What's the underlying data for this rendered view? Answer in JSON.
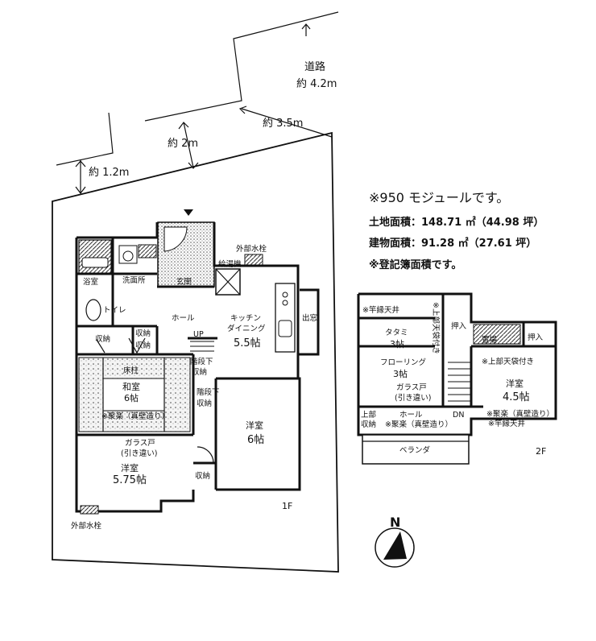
{
  "road": {
    "label": "道路",
    "width": "約 4.2m"
  },
  "dims": {
    "d1": "約 1.2m",
    "d2": "約 2m",
    "d3": "約 3.5m"
  },
  "info": {
    "module": "※950 モジュールです。",
    "land": "土地面積：148.71 ㎡（44.98 坪）",
    "building": "建物面積：91.28 ㎡（27.61 坪）",
    "note": "※登記簿面積です。"
  },
  "f1": {
    "floor": "1F",
    "outdoor_tap_top": "外部水栓",
    "outdoor_tap_bottom": "外部水栓",
    "water_heater": "給湯機",
    "entrance": "玄関",
    "bath": "浴室",
    "washroom": "洗面所",
    "toilet": "トイレ",
    "hall": "ホール",
    "kitchen": "キッチン",
    "dining": "ダイニング",
    "kitchen_size": "5.5帖",
    "bay_window": "出窓",
    "storage1": "収納",
    "storage2": "収納",
    "storage3": "収納",
    "storage4": "収納",
    "up": "UP",
    "under_stair1a": "階段下",
    "under_stair1b": "収納",
    "under_stair2a": "階段下",
    "under_stair2b": "収納",
    "alcove": "床柱",
    "washitsu": "和室",
    "washitsu_size": "6帖",
    "juraku": "※聚楽（真壁造り）",
    "glass_door1": "ガラス戸",
    "glass_door2": "(引き違い)",
    "western1": "洋室",
    "western1_size": "5.75帖",
    "western2": "洋室",
    "western2_size": "6帖"
  },
  "f2": {
    "floor": "2F",
    "bamboo_ceiling1": "※竿縁天井",
    "upper_closet_v": "※上部天袋付き",
    "oshiire1": "押入",
    "tatami": "タタミ",
    "tatami_size": "3帖",
    "flooring": "フローリング",
    "flooring_size": "3帖",
    "glass_door1": "ガラス戸",
    "glass_door2": "(引き違い)",
    "upper_storage1": "上部",
    "upper_storage2": "収納",
    "hall": "ホール",
    "dn": "DN",
    "juraku": "※聚楽（真壁造り）",
    "veranda": "ベランダ",
    "dressing": "置場",
    "oshiire2": "押入",
    "upper_closet": "※上部天袋付き",
    "western": "洋室",
    "western_size": "4.5帖",
    "juraku2": "※聚楽（真壁造り）",
    "bamboo_ceiling2": "※竿縁天井"
  },
  "compass": {
    "label": "N"
  }
}
